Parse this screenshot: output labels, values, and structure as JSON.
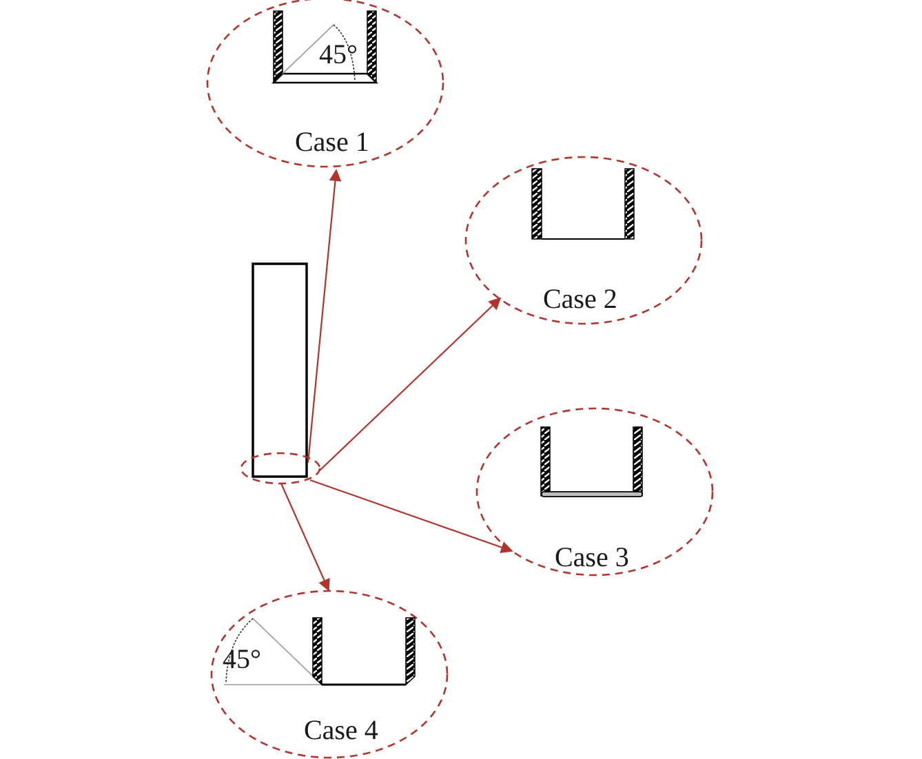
{
  "diagram": {
    "colors": {
      "accent_red": "#b2322c",
      "outline": "#000000",
      "angle_guide": "#9a9a9a",
      "case3_bottom_fill": "#bdbdbd"
    },
    "source": {
      "name": "column-specimen",
      "highlight": "base-region"
    },
    "cases": [
      {
        "id": "case-1",
        "label": "Case 1",
        "angle_label": "45°",
        "bottom": "chamfered-inner-45deg"
      },
      {
        "id": "case-2",
        "label": "Case 2",
        "angle_label": "",
        "bottom": "flat"
      },
      {
        "id": "case-3",
        "label": "Case 3",
        "angle_label": "",
        "bottom": "filled-gray-plate"
      },
      {
        "id": "case-4",
        "label": "Case 4",
        "angle_label": "45°",
        "bottom": "chamfered-outer-45deg"
      }
    ]
  }
}
